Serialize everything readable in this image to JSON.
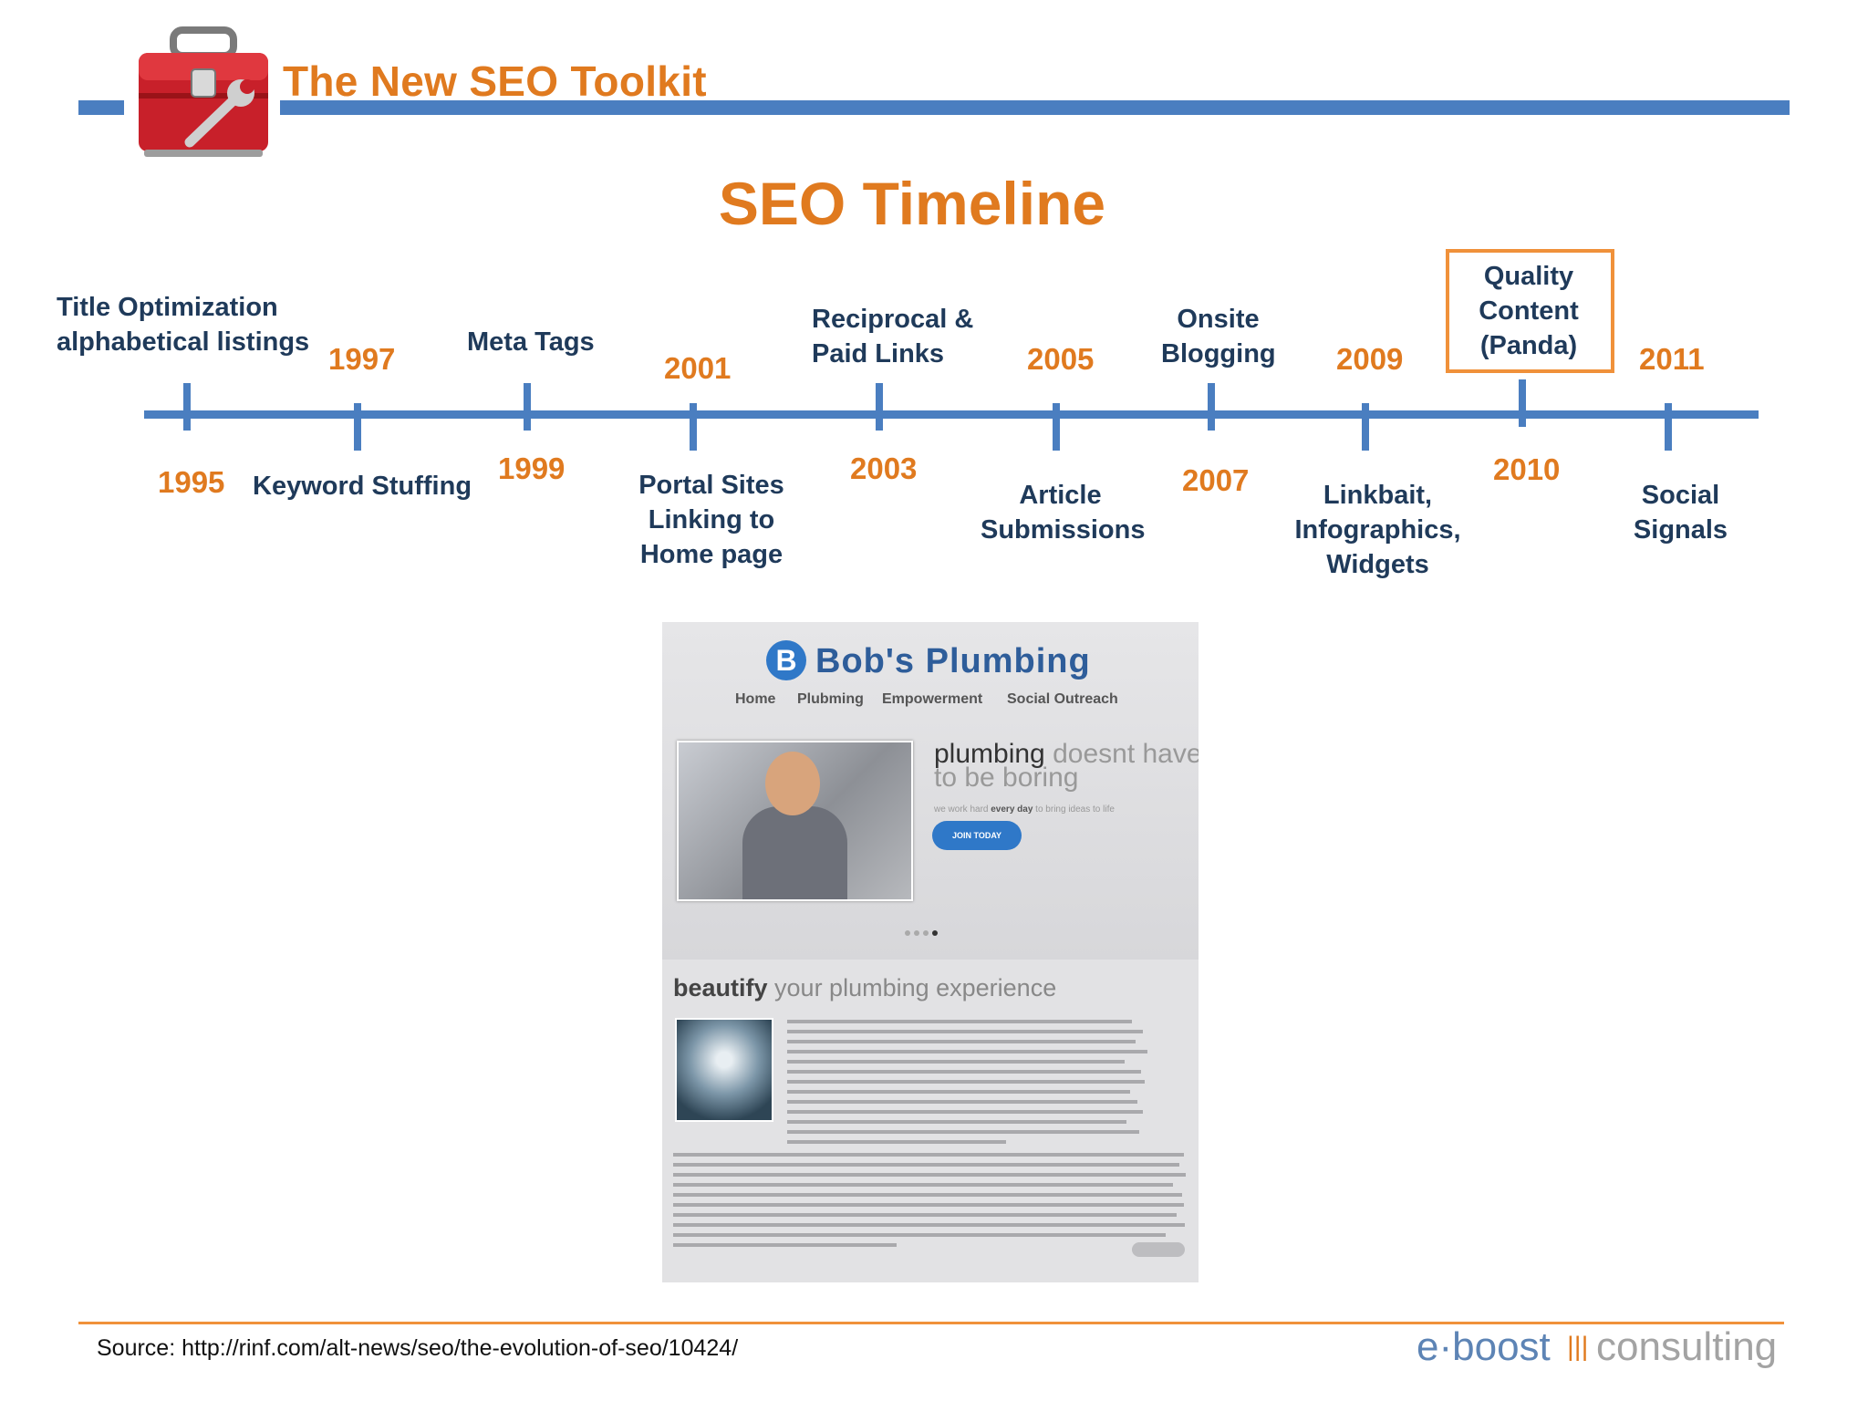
{
  "header": {
    "title": "The New SEO Toolkit",
    "icon": "toolbox-wrench-icon"
  },
  "slide_title": "SEO Timeline",
  "timeline": {
    "events": [
      {
        "year": "1995",
        "label": "Title Optimization\nalphabetical listings"
      },
      {
        "year": "1997",
        "label": "Keyword Stuffing"
      },
      {
        "year": "1999",
        "label": "Meta Tags"
      },
      {
        "year": "2001",
        "label": "Portal Sites\nLinking to\nHome page"
      },
      {
        "year": "2003",
        "label": "Reciprocal &\nPaid Links"
      },
      {
        "year": "2005",
        "label": "Article\nSubmissions"
      },
      {
        "year": "2007",
        "label": "Onsite\nBlogging"
      },
      {
        "year": "2009",
        "label": "Linkbait,\nInfographics,\nWidgets"
      },
      {
        "year": "2010",
        "label": "Quality\nContent\n(Panda)",
        "highlighted": true
      },
      {
        "year": "2011",
        "label": "Social\nSignals"
      }
    ]
  },
  "mock_site": {
    "logo_letter": "B",
    "logo_text": "Bob's Plumbing",
    "nav": [
      "Home",
      "Plubming",
      "Empowerment",
      "Social Outreach"
    ],
    "headline_strong": "plumbing",
    "headline_rest_1": " doesnt have",
    "headline_rest_2": "to be boring",
    "subline_pre": "we work hard ",
    "subline_strong": "every day",
    "subline_post": " to bring ideas to life",
    "join_button": "JOIN TODAY",
    "section_title_strong": "beautify",
    "section_title_rest": " your plumbing experience"
  },
  "footer": {
    "source": "Source: http://rinf.com/alt-news/seo/the-evolution-of-seo/10424/",
    "brand_part1": "e·boost",
    "brand_sep": "|||",
    "brand_part2": "consulting"
  },
  "colors": {
    "accent_orange": "#e07a1f",
    "timeline_blue": "#4a7ec0",
    "label_navy": "#1f3a5a"
  }
}
